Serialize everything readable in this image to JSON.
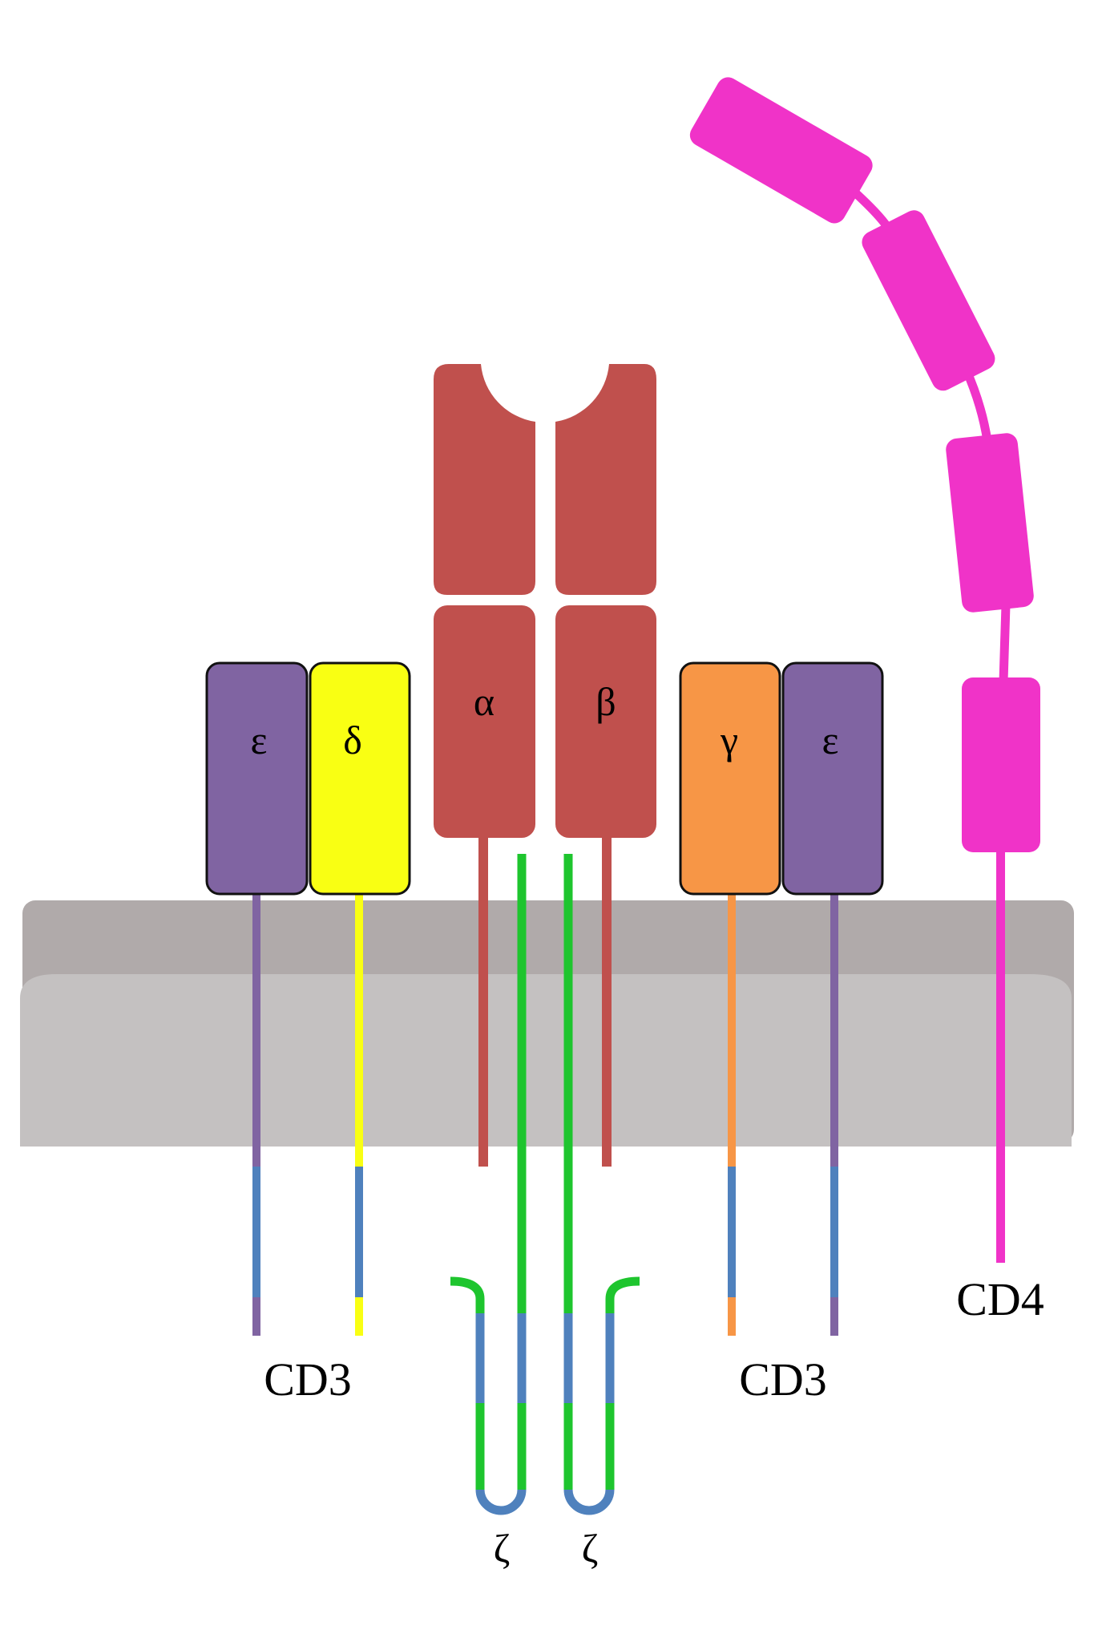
{
  "colors": {
    "membrane_outer": "#b0aaaa",
    "membrane_inner": "#c4c1c1",
    "tcr": "#c0504d",
    "cd3_epsilon": "#8064a2",
    "cd3_delta": "#f9ff13",
    "cd3_gamma": "#f79646",
    "itam": "#4f81bd",
    "zeta": "#1ec52e",
    "cd4": "#f033c8",
    "outline": "#111111"
  },
  "labels": {
    "alpha": "α",
    "beta": "β",
    "epsilon_left": "ε",
    "delta": "δ",
    "gamma": "γ",
    "epsilon_right": "ε",
    "cd3_left": "CD3",
    "cd3_right": "CD3",
    "cd4": "CD4",
    "zeta_left": "ζ",
    "zeta_right": "ζ"
  }
}
